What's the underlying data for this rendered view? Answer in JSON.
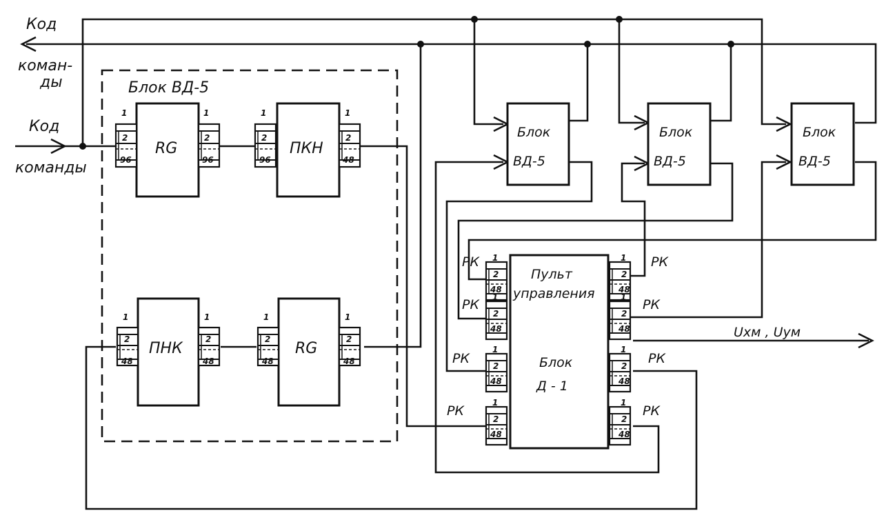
{
  "diagram": {
    "code_out_label_1": "Код",
    "code_out_label_2": "коман-",
    "code_out_label_3": "ды",
    "code_in_label_1": "Код",
    "code_in_label_2": "команды",
    "group_title": "Блок ВД-5",
    "rg_top": "RG",
    "pkn": "ПКН",
    "pnk": "ПНК",
    "rg_bottom": "RG",
    "vd_block_1": [
      "Блок",
      "ВД-5"
    ],
    "vd_block_2": [
      "Блок",
      "ВД-5"
    ],
    "vd_block_3": [
      "Блок",
      "ВД-5"
    ],
    "panel": [
      "Пульт",
      "управления",
      "Блок",
      "Д - 1"
    ],
    "rk": "РК",
    "output_label": "Uхм , Uум",
    "pin_1": "1",
    "pin_2": "2",
    "pin_96": "96",
    "pin_48": "48"
  }
}
